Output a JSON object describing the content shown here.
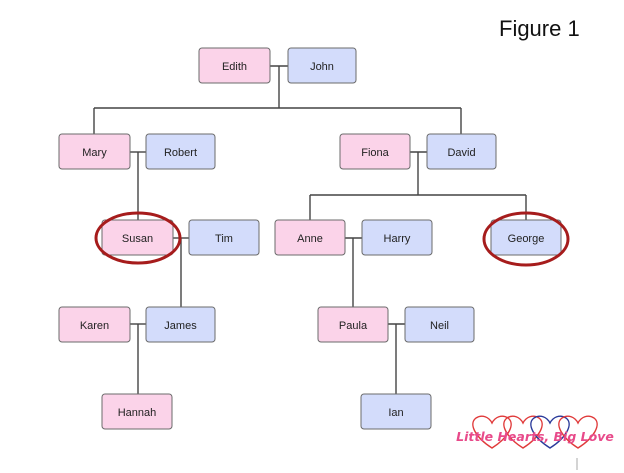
{
  "figure_label": "Figure 1",
  "colors": {
    "female": "#fbd3e9",
    "male": "#d3dcfb",
    "border": "#6b6b6b",
    "line": "#444444",
    "highlight": "#a61c1c"
  },
  "people": {
    "edith": "Edith",
    "john": "John",
    "mary": "Mary",
    "robert": "Robert",
    "fiona": "Fiona",
    "david": "David",
    "susan": "Susan",
    "tim": "Tim",
    "anne": "Anne",
    "harry": "Harry",
    "george": "George",
    "karen": "Karen",
    "james": "James",
    "paula": "Paula",
    "neil": "Neil",
    "hannah": "Hannah",
    "ian": "Ian"
  },
  "highlighted": [
    "Susan",
    "George"
  ],
  "logo": {
    "text": "Little Hearts, Big Love"
  }
}
